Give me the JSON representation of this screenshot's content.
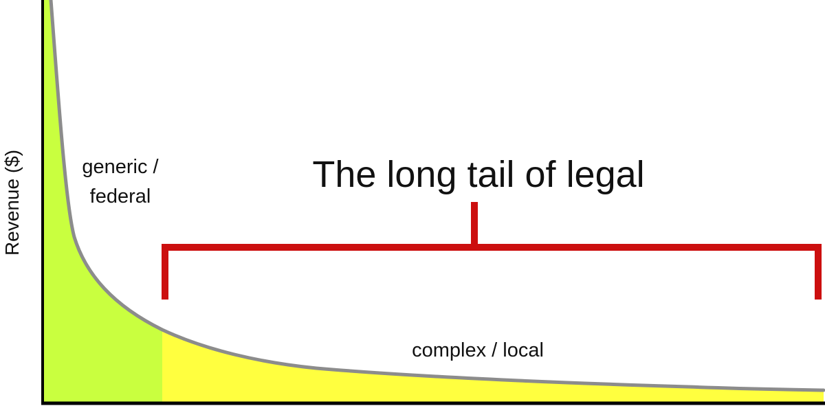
{
  "axis": {
    "ylabel": "Revenue ($)"
  },
  "labels": {
    "head_line1": "generic /",
    "head_line2": "federal",
    "tail": "complex / local",
    "title": "The long tail of legal"
  },
  "colors": {
    "head_fill": "#c9ff3f",
    "tail_fill": "#ffff3f",
    "curve": "#8c8c8c",
    "bracket": "#cc0f0f",
    "axis": "#000000"
  }
}
